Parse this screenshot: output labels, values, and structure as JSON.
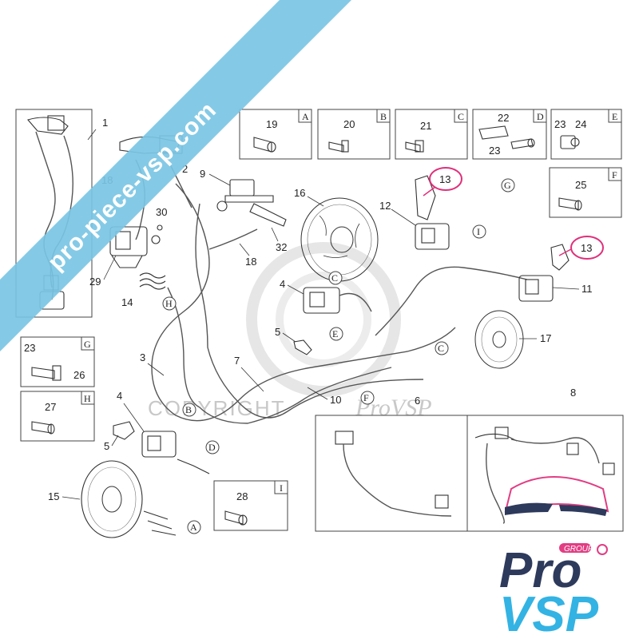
{
  "banner": {
    "text": "pro-piece-vsp.com",
    "color": "#79c6e4"
  },
  "watermark": {
    "copyright": "COPYRIGHT",
    "brand": "ProVSP"
  },
  "logo": {
    "group": "GROUP",
    "pro": "Pro",
    "vsp": "VSP",
    "dark": "#2e3a5c",
    "accent": "#33b3e3",
    "pink": "#e23d83"
  },
  "highlight_color": "#e0307a",
  "boxes": {
    "A": {
      "letter": "A",
      "parts": [
        "19"
      ]
    },
    "B": {
      "letter": "B",
      "parts": [
        "20"
      ]
    },
    "C": {
      "letter": "C",
      "parts": [
        "21"
      ]
    },
    "D": {
      "letter": "D",
      "parts": [
        "22",
        "23"
      ]
    },
    "E": {
      "letter": "E",
      "parts": [
        "23",
        "24"
      ]
    },
    "F": {
      "letter": "F",
      "parts": [
        "25"
      ]
    },
    "G": {
      "letter": "G",
      "parts": [
        "23",
        "26"
      ]
    },
    "H": {
      "letter": "H",
      "parts": [
        "27"
      ]
    },
    "I": {
      "letter": "I",
      "parts": [
        "28"
      ]
    }
  },
  "callouts": [
    "1",
    "2",
    "3",
    "4",
    "4",
    "5",
    "5",
    "6",
    "7",
    "8",
    "9",
    "10",
    "11",
    "12",
    "13",
    "13",
    "14",
    "15",
    "16",
    "17",
    "18",
    "18",
    "29",
    "30",
    "32"
  ],
  "letter_callouts": [
    "A",
    "B",
    "C",
    "C",
    "D",
    "E",
    "F",
    "G",
    "H",
    "I"
  ]
}
